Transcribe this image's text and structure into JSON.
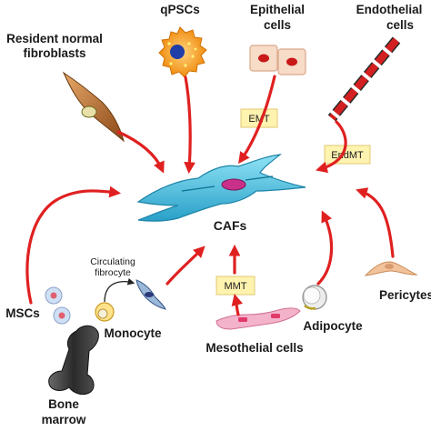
{
  "labels": {
    "fibroblasts_line1": "Resident normal",
    "fibroblasts_line2": "fibroblasts",
    "qpscs": "qPSCs",
    "epithelial_line1": "Epithelial",
    "epithelial_line2": "cells",
    "endothelial_line1": "Endothelial",
    "endothelial_line2": "cells",
    "cafs": "CAFs",
    "circulating_line1": "Circulating",
    "circulating_line2": "fibrocyte",
    "mscs": "MSCs",
    "monocyte": "Monocyte",
    "mesothelial": "Mesothelial cells",
    "adipocyte": "Adipocyte",
    "pericytes": "Pericytes",
    "bone_line1": "Bone",
    "bone_line2": "marrow"
  },
  "transitions": {
    "emt": "EMT",
    "endmt": "EndMT",
    "mmt": "MMT"
  },
  "colors": {
    "arrow": "#e02020",
    "box_fill": "#fff3b0",
    "caf_cell": "#4dc4e6",
    "qpsc_cell": "#f5a623",
    "fibroblast_cell": "#c47a3a",
    "endothelial_cell": "#d42020",
    "epithelial_cell": "#f7d9c4",
    "mesothelial_cell": "#f0a6c0",
    "pericyte_cell": "#f2c39a",
    "bone": "#2c2c2c"
  }
}
